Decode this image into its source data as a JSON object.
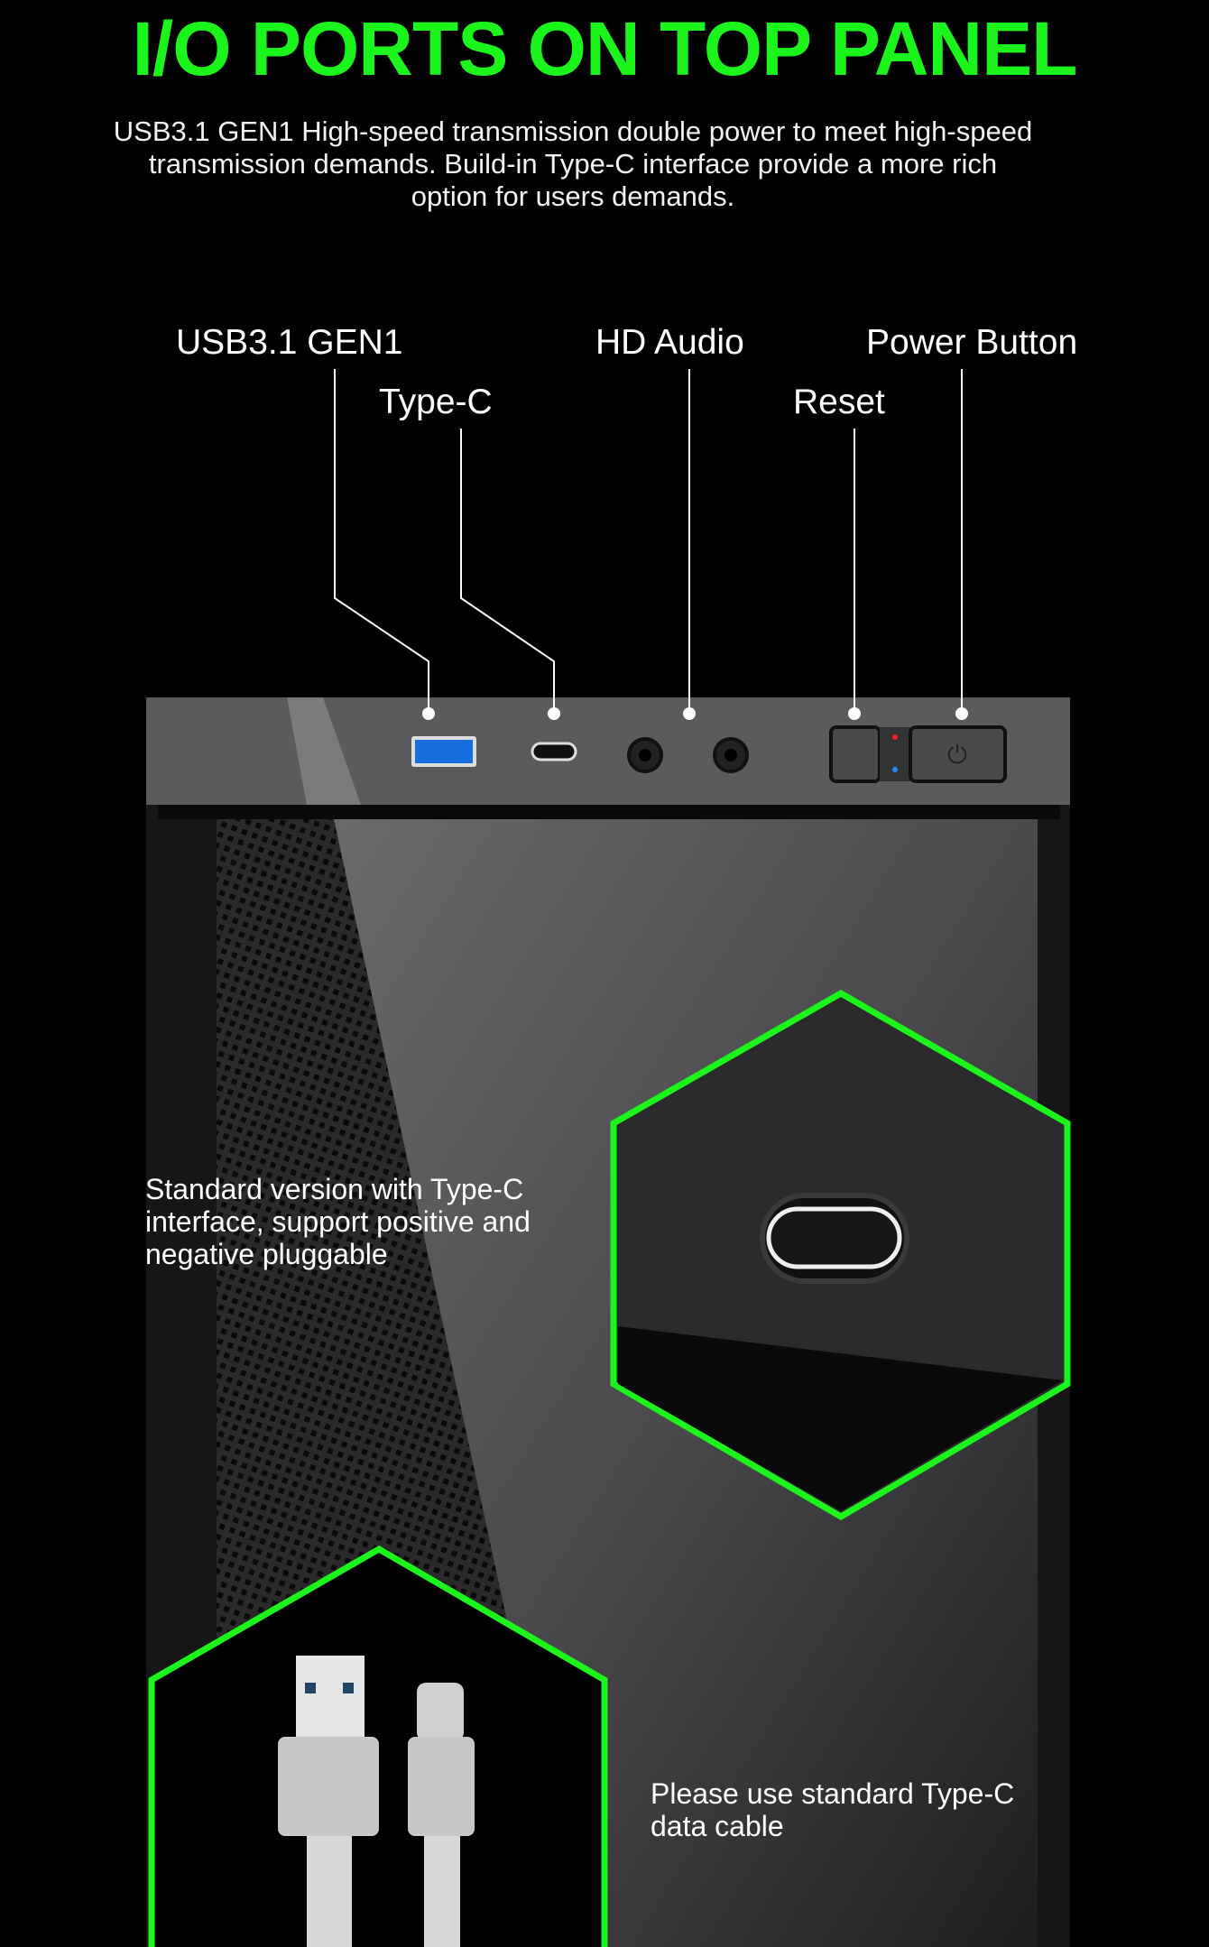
{
  "title": "I/O PORTS ON TOP PANEL",
  "intro": "USB3.1 GEN1 High-speed transmission double power to meet high-speed transmission demands. Build-in Type-C interface provide a more rich option for users demands.",
  "labels": {
    "usb": "USB3.1 GEN1",
    "typec": "Type-C",
    "audio": "HD Audio",
    "reset": "Reset",
    "power": "Power Button"
  },
  "captions": {
    "typec_port": "Standard version with Type-C interface, support positive and negative pluggable",
    "cable": "Please use standard Type-C data cable"
  },
  "colors": {
    "accent": "#1cf51c",
    "background": "#000000"
  }
}
